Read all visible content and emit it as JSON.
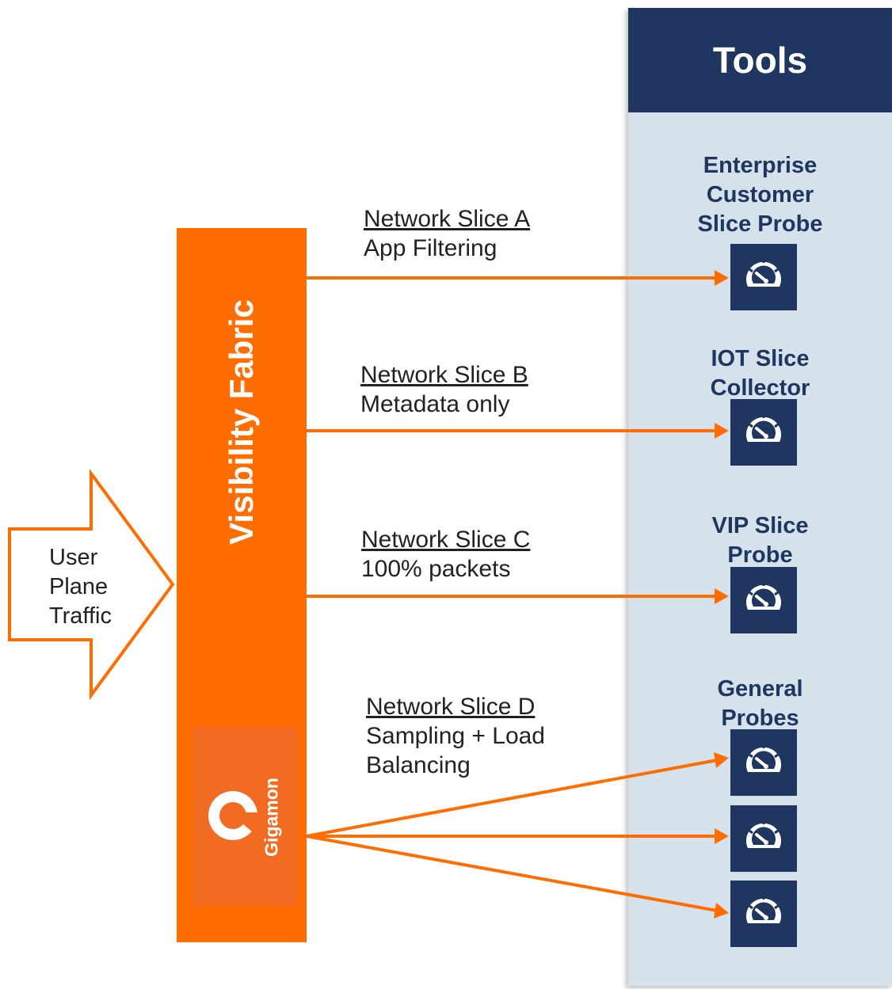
{
  "tools": {
    "header": "Tools",
    "groups": [
      {
        "label": "Enterprise\nCustomer\nSlice Probe"
      },
      {
        "label": "IOT Slice\nCollector"
      },
      {
        "label": "VIP Slice\nProbe"
      },
      {
        "label": "General\nProbes"
      }
    ],
    "probe_icon": "speedometer-icon"
  },
  "fabric": {
    "title": "Visibility Fabric",
    "logo_text": "Gigamon",
    "logo_icon": "gigamon-logo-icon"
  },
  "traffic": {
    "label": "User\nPlane\nTraffic"
  },
  "slices": [
    {
      "title": "Network Slice A",
      "desc": "App Filtering"
    },
    {
      "title": "Network Slice B",
      "desc": "Metadata only"
    },
    {
      "title": "Network Slice C",
      "desc": "100% packets"
    },
    {
      "title": "Network Slice D",
      "desc": "Sampling + Load\nBalancing"
    }
  ],
  "colors": {
    "orange": "#ff6d00",
    "navy": "#1f3660",
    "panel": "#d5e2ec"
  }
}
